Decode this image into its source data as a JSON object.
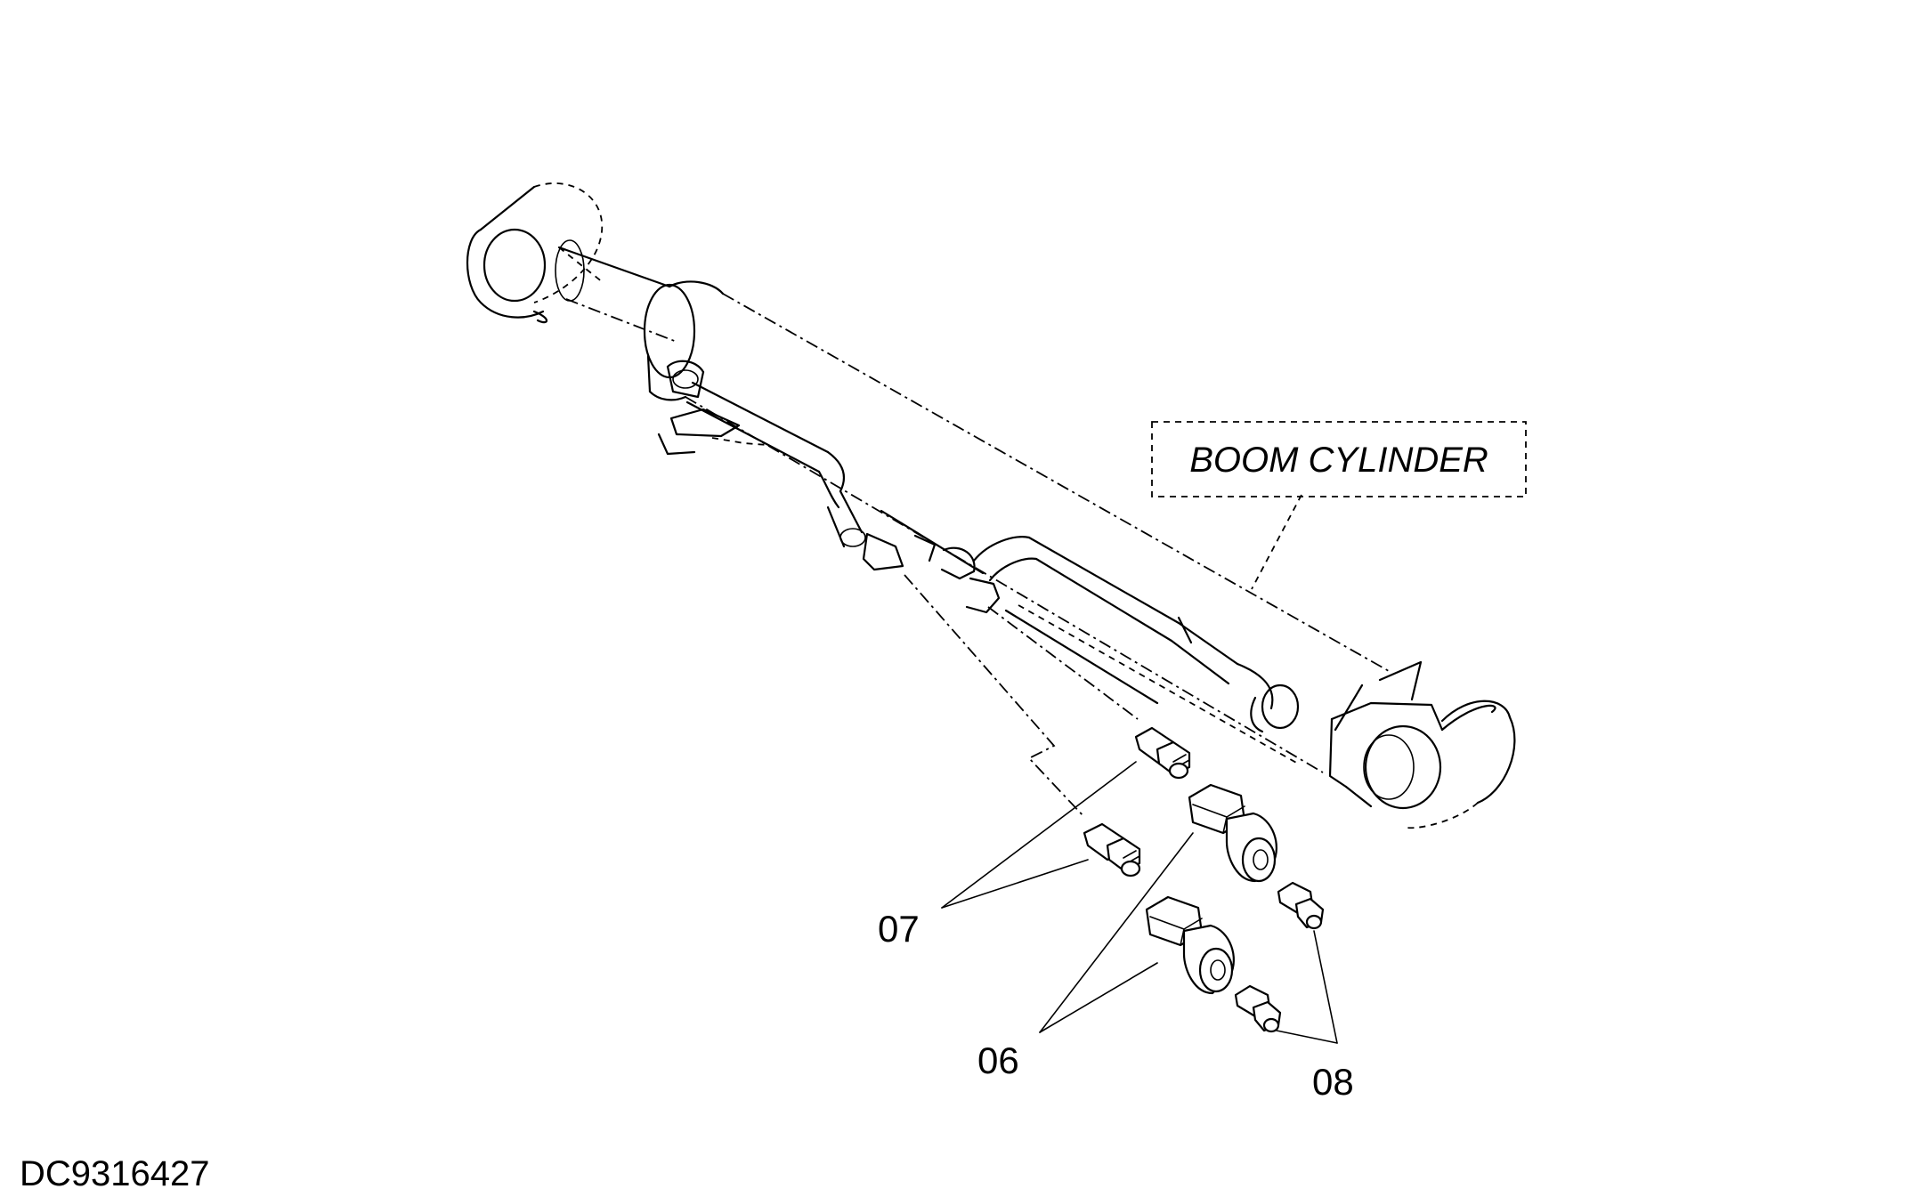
{
  "callout": {
    "title": "BOOM CYLINDER"
  },
  "parts": [
    {
      "number": "07"
    },
    {
      "number": "06"
    },
    {
      "number": "08"
    }
  ],
  "drawing_code": "DC9316427"
}
